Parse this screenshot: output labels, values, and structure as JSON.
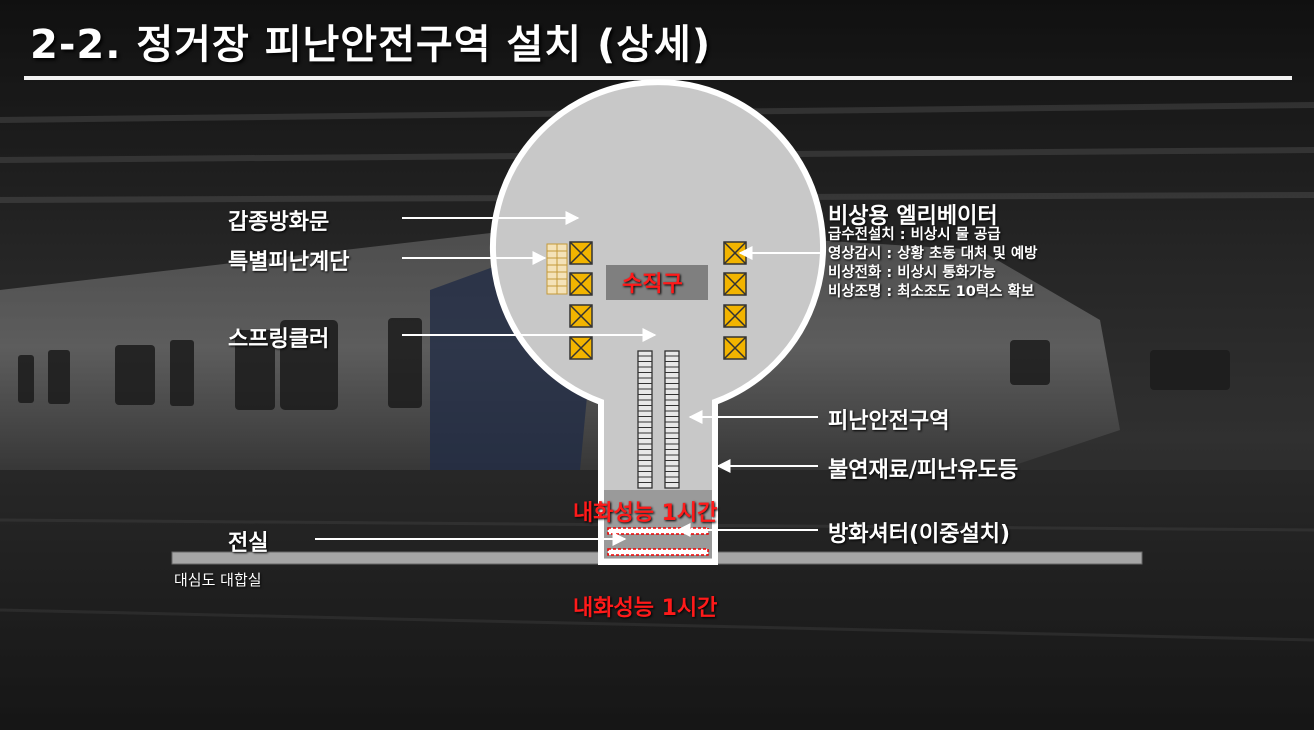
{
  "title": "2-2. 정거장 피난안전구역 설치 (상세)",
  "colors": {
    "accent_red": "#ff1a1a",
    "shaft_fill": "#c8c8c8",
    "emergency_box": "#f2b400",
    "text": "#ffffff"
  },
  "diagram": {
    "shaft_label": "수직구",
    "fire_rating_inside": "내화성능 1시간",
    "fire_rating_below": "내화성능 1시간",
    "concourse_label": "대심도 대합실",
    "left_labels": {
      "fire_door": "갑종방화문",
      "special_stair": "특별피난계단",
      "sprinkler": "스프링클러",
      "electrical_room": "전실"
    },
    "right_labels": {
      "elevator_title": "비상용 엘리베이터",
      "elevator_details": [
        "급수전설치 : 비상시 물 공급",
        "영상감시 : 상황 초동 대처 및 예방",
        "비상전화 : 비상시 통화가능",
        "비상조명 : 최소조도 10럭스 확보"
      ],
      "safety_zone": "피난안전구역",
      "materials": "불연재료/피난유도등",
      "shutter": "방화셔터(이중설치)"
    }
  }
}
